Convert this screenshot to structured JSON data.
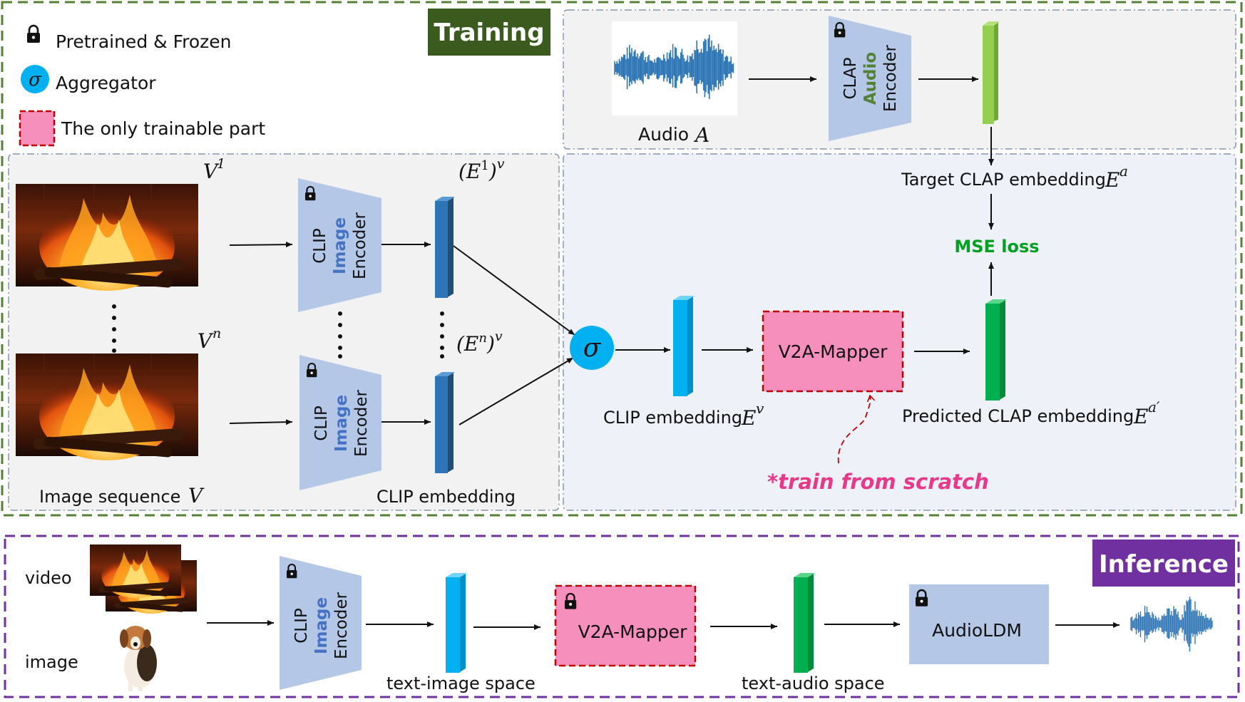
{
  "training": {
    "title": "Training",
    "legend": {
      "frozen": "Pretrained & Frozen",
      "aggregator": "Aggregator",
      "aggregator_symbol": "σ",
      "trainable": "The only trainable part"
    },
    "audio_label": "Audio",
    "audio_symbol": "A",
    "clap_encoder": {
      "line1": "CLAP",
      "line2": "Audio",
      "line3": "Encoder"
    },
    "clip_encoder": {
      "line1": "CLIP",
      "line2": "Image",
      "line3": "Encoder"
    },
    "frame_first": "V",
    "frame_first_sup": "1",
    "frame_last": "V",
    "frame_last_sup": "n",
    "emb_first": "(E",
    "emb_first_sup": "1",
    "emb_first_tail": ")",
    "emb_first_v": "v",
    "emb_last": "(E",
    "emb_last_sup": "n",
    "emb_last_tail": ")",
    "emb_last_v": "v",
    "image_sequence": "Image sequence",
    "image_sequence_symbol": "V",
    "clip_embedding_caption": "CLIP embedding",
    "target_clap": "Target CLAP embedding",
    "target_clap_symbol": "E",
    "target_clap_sup": "a",
    "mse_loss": "MSE loss",
    "mapper": "V2A-Mapper",
    "clip_emb_label": "CLIP embedding",
    "clip_emb_symbol": "E",
    "clip_emb_sup": "v",
    "predicted_clap": "Predicted CLAP embedding",
    "predicted_symbol": "E",
    "predicted_sup": "a′",
    "train_note": "*train from scratch"
  },
  "inference": {
    "title": "Inference",
    "video": "video",
    "image": "image",
    "clip_encoder": {
      "line1": "CLIP",
      "line2": "Image",
      "line3": "Encoder"
    },
    "mapper": "V2A-Mapper",
    "audioldm": "AudioLDM",
    "text_image_space": "text-image space",
    "text_audio_space": "text-audio space"
  },
  "colors": {
    "training_border": "#548235",
    "inference_border": "#7030a0",
    "training_title_bg": "#3b5a1e",
    "inference_title_bg": "#7030a0",
    "encoder_fill": "#b4c7e7",
    "mapper_fill": "#f78fbd",
    "mapper_border": "#c00000",
    "clip_bar": "#2e75b6",
    "aggregator": "#00b0f0",
    "clap_bar": "#92d050",
    "pred_bar": "#00b050",
    "mse_text": "#00a020",
    "note_text": "#e8388a",
    "waveform": "#2e75b6"
  },
  "icons": [
    "lock-icon",
    "aggregator-circle-icon",
    "waveform-icon",
    "fireplace-frame-icon",
    "dog-icon"
  ]
}
